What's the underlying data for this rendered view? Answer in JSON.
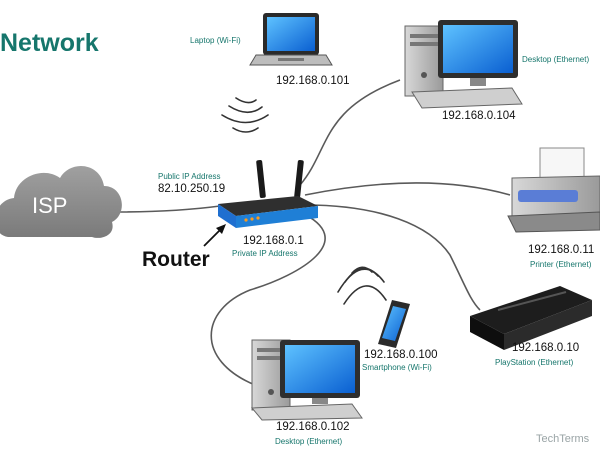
{
  "title": "Network",
  "brand": "TechTerms",
  "isp": {
    "label": "ISP"
  },
  "router": {
    "name": "Router",
    "public_caption": "Public IP Address",
    "public_ip": "82.10.250.19",
    "private_ip": "192.168.0.1",
    "private_caption": "Private IP Address"
  },
  "devices": {
    "laptop": {
      "caption": "Laptop (Wi-Fi)",
      "ip": "192.168.0.101"
    },
    "desktop_top": {
      "caption": "Desktop (Ethernet)",
      "ip": "192.168.0.104"
    },
    "printer": {
      "ip": "192.168.0.11",
      "caption": "Printer (Ethernet)"
    },
    "playstation": {
      "ip": "192.168.0.10",
      "caption": "PlayStation (Ethernet)"
    },
    "smartphone": {
      "ip": "192.168.0.100",
      "caption": "Smartphone (Wi-Fi)"
    },
    "desktop_bottom": {
      "ip": "192.168.0.102",
      "caption": "Desktop (Ethernet)"
    }
  },
  "colors": {
    "accent": "#16766c",
    "cable": "#555555",
    "screen": "#1e90ff",
    "router_body": "#1f7fd6",
    "cloud": "#8c8c8c"
  }
}
